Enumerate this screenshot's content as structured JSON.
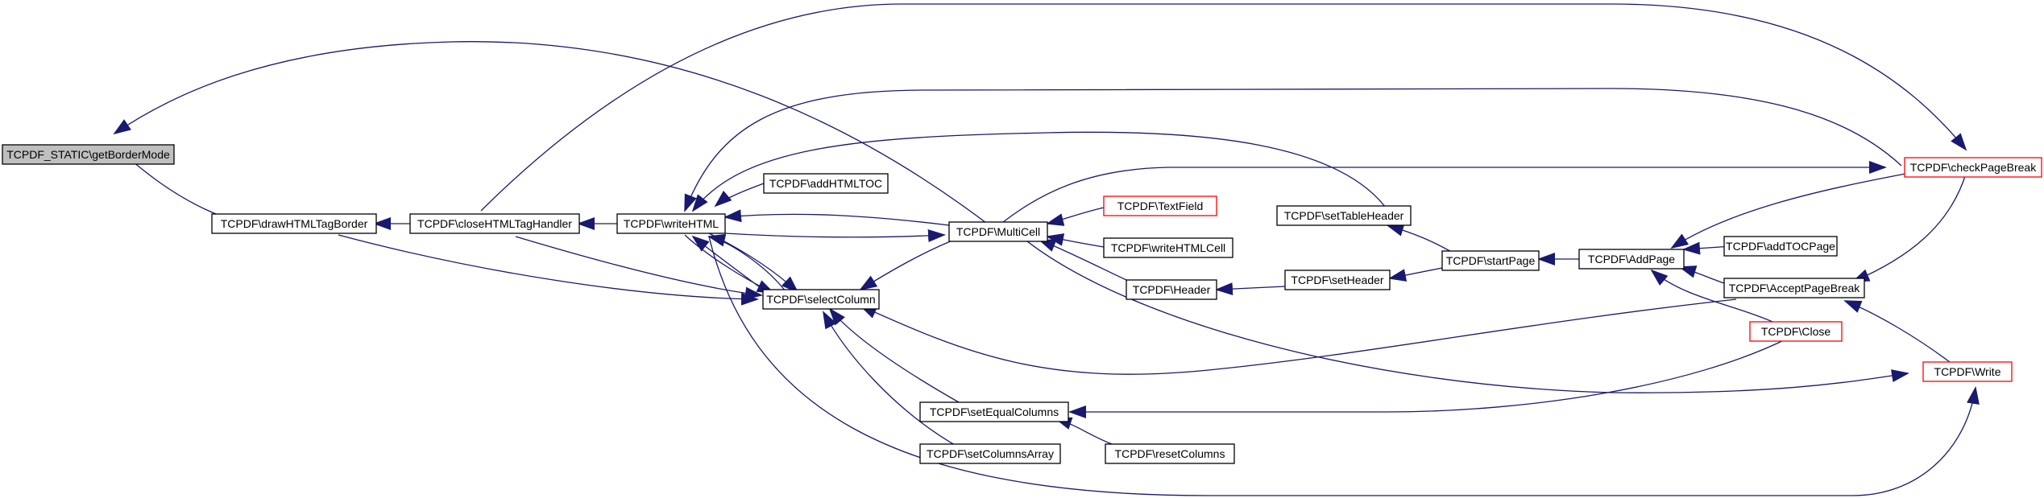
{
  "colors": {
    "edge": "#191970",
    "node_border_black": "#000000",
    "node_border_red": "#ff0000",
    "root_fill": "#bfbfbf",
    "node_fill": "#ffffff",
    "text": "#000000"
  },
  "nodes": [
    {
      "id": "root",
      "label": "TCPDF_STATIC\\getBorderMode",
      "style": "root"
    },
    {
      "id": "drawHTMLTagBorder",
      "label": "TCPDF\\drawHTMLTagBorder",
      "style": "black"
    },
    {
      "id": "closeHTMLTagHandler",
      "label": "TCPDF\\closeHTMLTagHandler",
      "style": "black"
    },
    {
      "id": "writeHTML",
      "label": "TCPDF\\writeHTML",
      "style": "black"
    },
    {
      "id": "addHTMLTOC",
      "label": "TCPDF\\addHTMLTOC",
      "style": "black"
    },
    {
      "id": "MultiCell",
      "label": "TCPDF\\MultiCell",
      "style": "black"
    },
    {
      "id": "selectColumn",
      "label": "TCPDF\\selectColumn",
      "style": "black"
    },
    {
      "id": "setEqualColumns",
      "label": "TCPDF\\setEqualColumns",
      "style": "black"
    },
    {
      "id": "setColumnsArray",
      "label": "TCPDF\\setColumnsArray",
      "style": "black"
    },
    {
      "id": "TextField",
      "label": "TCPDF\\TextField",
      "style": "red"
    },
    {
      "id": "writeHTMLCell",
      "label": "TCPDF\\writeHTMLCell",
      "style": "black"
    },
    {
      "id": "Header",
      "label": "TCPDF\\Header",
      "style": "black"
    },
    {
      "id": "resetColumns",
      "label": "TCPDF\\resetColumns",
      "style": "black"
    },
    {
      "id": "setTableHeader",
      "label": "TCPDF\\setTableHeader",
      "style": "black"
    },
    {
      "id": "setHeader",
      "label": "TCPDF\\setHeader",
      "style": "black"
    },
    {
      "id": "startPage",
      "label": "TCPDF\\startPage",
      "style": "black"
    },
    {
      "id": "AddPage",
      "label": "TCPDF\\AddPage",
      "style": "black"
    },
    {
      "id": "addTOCPage",
      "label": "TCPDF\\addTOCPage",
      "style": "black"
    },
    {
      "id": "AcceptPageBreak",
      "label": "TCPDF\\AcceptPageBreak",
      "style": "black"
    },
    {
      "id": "Close",
      "label": "TCPDF\\Close",
      "style": "red"
    },
    {
      "id": "checkPageBreak",
      "label": "TCPDF\\checkPageBreak",
      "style": "red"
    },
    {
      "id": "Write",
      "label": "TCPDF\\Write",
      "style": "red"
    }
  ]
}
